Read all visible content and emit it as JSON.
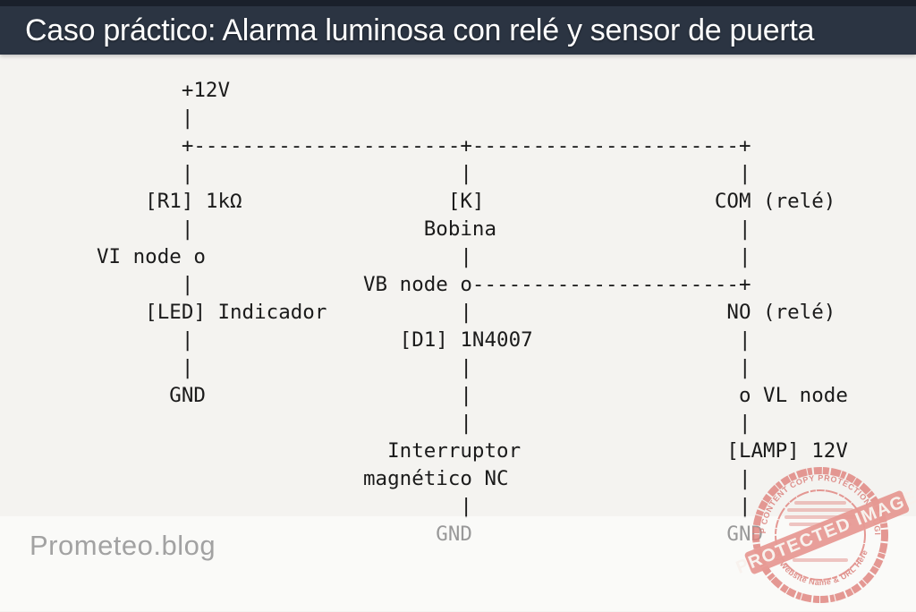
{
  "header": {
    "title": "Caso práctico: Alarma luminosa con relé y sensor de puerta",
    "bg_color": "#2b3442",
    "top_strip_color": "#1a202b"
  },
  "diagram": {
    "ascii": "       +12V\n       |\n       +----------------------+----------------------+\n       |                      |                      |\n    [R1] 1kΩ                 [K]                   COM (relé)\n       |                   Bobina                    |\nVI node o                     |                      |\n       |              VB node o----------------------+\n    [LED] Indicador           |                     NO (relé)\n       |                 [D1] 1N4007                 |\n       |                      |                      |\n      GND                     |                      o VL node\n                              |                      |\n                        Interruptor                 [LAMP] 12V\n                      magnético NC                   |\n                              |                      |\n                            GND                     GND"
  },
  "footer": {
    "brand": "Prometeo.blog"
  },
  "watermark": {
    "arc_top": "WP CONTENT COPY PROTECTION PLUGIN",
    "banner": "PROTECTED IMAGE",
    "arc_bottom": "My Website Name & URL Here",
    "color": "#e0837e"
  },
  "page": {
    "bg_color": "#f4f3f0"
  }
}
